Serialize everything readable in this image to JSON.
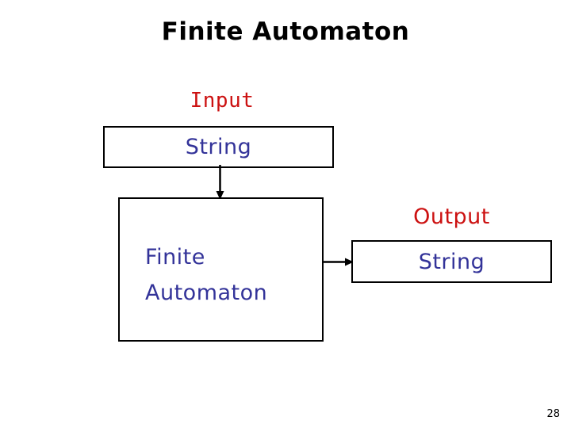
{
  "slide": {
    "title": "Finite Automaton",
    "page_number": "28",
    "background_color": "#ffffff"
  },
  "colors": {
    "title_text": "#000000",
    "red_label": "#cc1111",
    "blue_label": "#333399",
    "box_border": "#000000",
    "arrow": "#000000"
  },
  "diagram": {
    "input_label": "Input",
    "input_box": {
      "text": "String"
    },
    "automaton_box": {
      "line1": "Finite",
      "line2": "Automaton"
    },
    "output_label": "Output",
    "output_box": {
      "text": "String"
    },
    "arrows": [
      {
        "name": "input-to-automaton",
        "direction": "down"
      },
      {
        "name": "automaton-to-output",
        "direction": "right"
      }
    ]
  }
}
